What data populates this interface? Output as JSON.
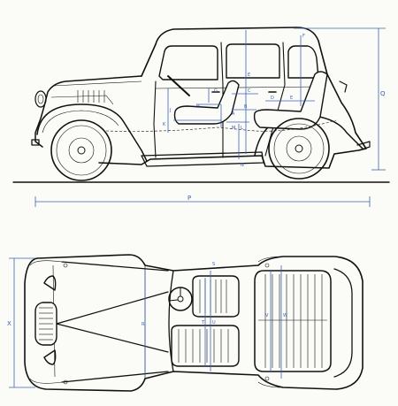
{
  "side_view": {
    "dimension_labels": {
      "P": "P",
      "Q": "Q",
      "A": "A",
      "B": "B",
      "C": "C",
      "D": "D",
      "E": "E",
      "F": "F",
      "G": "G",
      "H": "H",
      "J": "J",
      "K": "K",
      "L": "L",
      "M": "M",
      "N": "N"
    }
  },
  "plan_view": {
    "dimension_labels": {
      "X": "X",
      "R": "R",
      "S": "S",
      "T": "T",
      "U": "U",
      "V": "V",
      "W": "W"
    }
  },
  "colors": {
    "ink": "#111111",
    "dimension": "#3b63b3",
    "paper": "#fbfbf8"
  }
}
